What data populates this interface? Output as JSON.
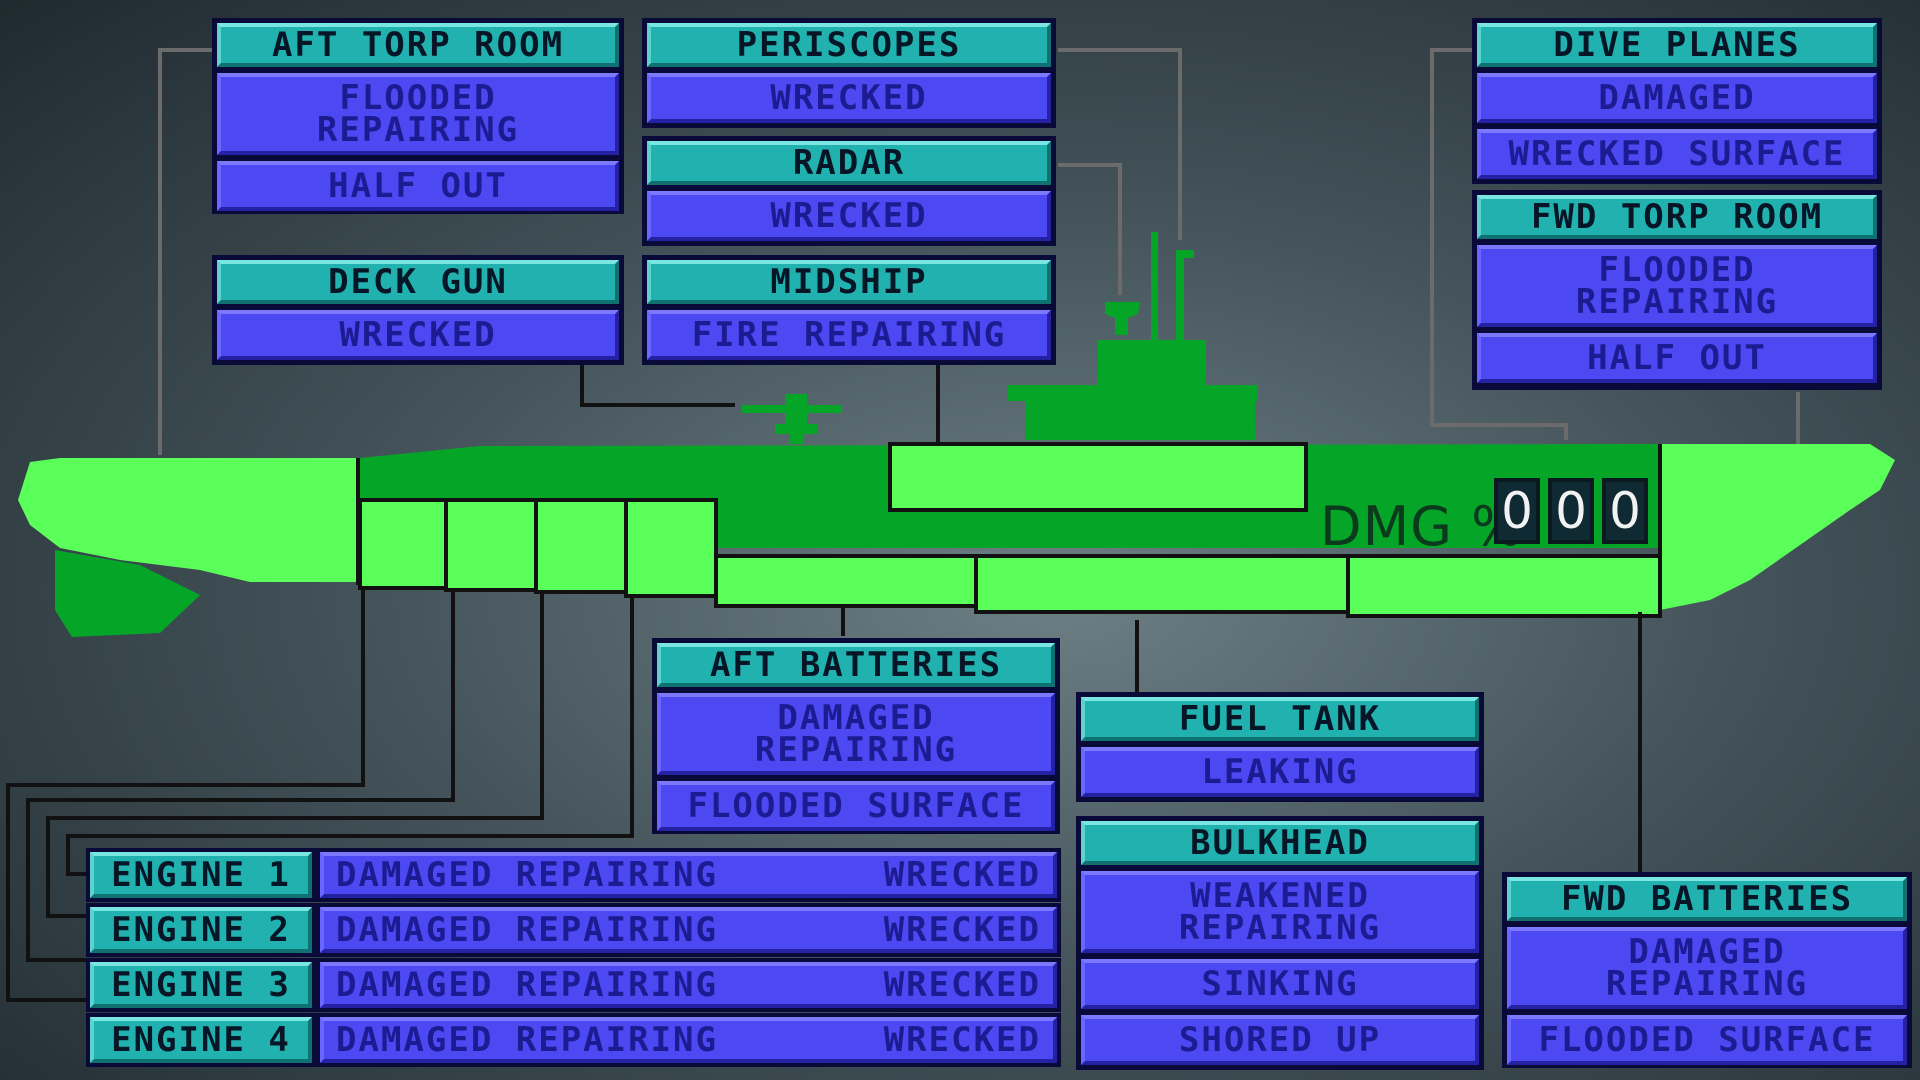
{
  "compartments": {
    "aft_torp_room": {
      "title": "AFT TORP ROOM",
      "status": [
        "FLOODED\nREPAIRING",
        "HALF OUT"
      ]
    },
    "periscopes": {
      "title": "PERISCOPES",
      "status": [
        "WRECKED"
      ]
    },
    "radar": {
      "title": "RADAR",
      "status": [
        "WRECKED"
      ]
    },
    "deck_gun": {
      "title": "DECK GUN",
      "status": [
        "WRECKED"
      ]
    },
    "midship": {
      "title": "MIDSHIP",
      "status": [
        "FIRE REPAIRING"
      ]
    },
    "dive_planes": {
      "title": "DIVE PLANES",
      "status": [
        "DAMAGED",
        "WRECKED SURFACE"
      ]
    },
    "fwd_torp_room": {
      "title": "FWD TORP ROOM",
      "status": [
        "FLOODED\nREPAIRING",
        "HALF OUT"
      ]
    },
    "aft_batteries": {
      "title": "AFT   BATTERIES",
      "status": [
        "DAMAGED\nREPAIRING",
        "FLOODED SURFACE"
      ]
    },
    "fuel_tank": {
      "title": "FUEL TANK",
      "status": [
        "LEAKING"
      ]
    },
    "bulkhead": {
      "title": "BULKHEAD",
      "status": [
        "WEAKENED\nREPAIRING",
        "SINKING",
        "SHORED UP"
      ]
    },
    "fwd_batteries": {
      "title": "FWD   BATTERIES",
      "status": [
        "DAMAGED\nREPAIRING",
        "FLOODED SURFACE"
      ]
    }
  },
  "engines": [
    {
      "name": "ENGINE 1",
      "status_a": "DAMAGED REPAIRING",
      "status_b": "WRECKED"
    },
    {
      "name": "ENGINE 2",
      "status_a": "DAMAGED REPAIRING",
      "status_b": "WRECKED"
    },
    {
      "name": "ENGINE 3",
      "status_a": "DAMAGED REPAIRING",
      "status_b": "WRECKED"
    },
    {
      "name": "ENGINE 4",
      "status_a": "DAMAGED REPAIRING",
      "status_b": "WRECKED"
    }
  ],
  "damage": {
    "label": "DMG %",
    "digits": [
      "0",
      "0",
      "0"
    ]
  },
  "colors": {
    "hull_light": "#5aff5a",
    "hull_dark": "#05a628",
    "header_teal": "#21b2b0",
    "status_blue": "#4c48f2",
    "status_text": "#1d1b92",
    "leader_line": "#111111",
    "leader_line_grey": "#6b6b6b"
  }
}
